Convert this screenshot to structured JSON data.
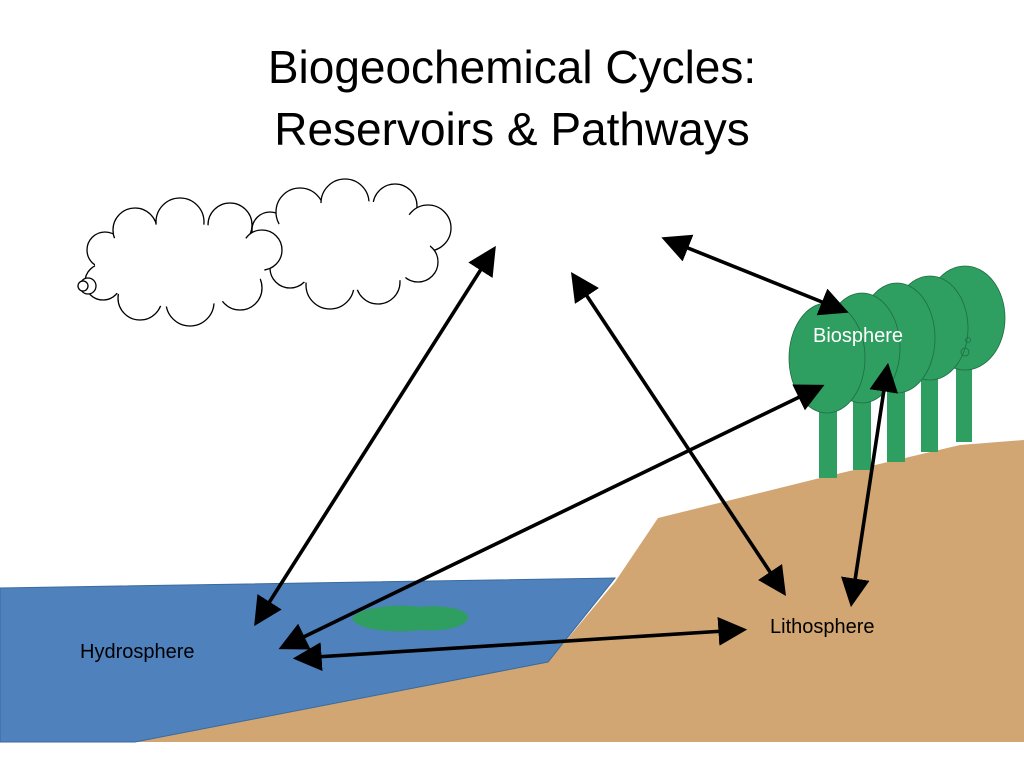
{
  "slide": {
    "title_line1": "Biogeochemical Cycles:",
    "title_line2": "Reservoirs & Pathways"
  },
  "reservoirs": {
    "hydrosphere": "Hydrosphere",
    "lithosphere": "Lithosphere",
    "biosphere": "Biosphere"
  },
  "colors": {
    "water": "#4f81bd",
    "land": "#d2a672",
    "tree": "#2e9e61",
    "arrow": "#000000",
    "cloud_outline": "#000000"
  },
  "icons": {
    "cloud": "cloud-icon",
    "trees": "tree-icon",
    "algae": "algae-icon"
  }
}
